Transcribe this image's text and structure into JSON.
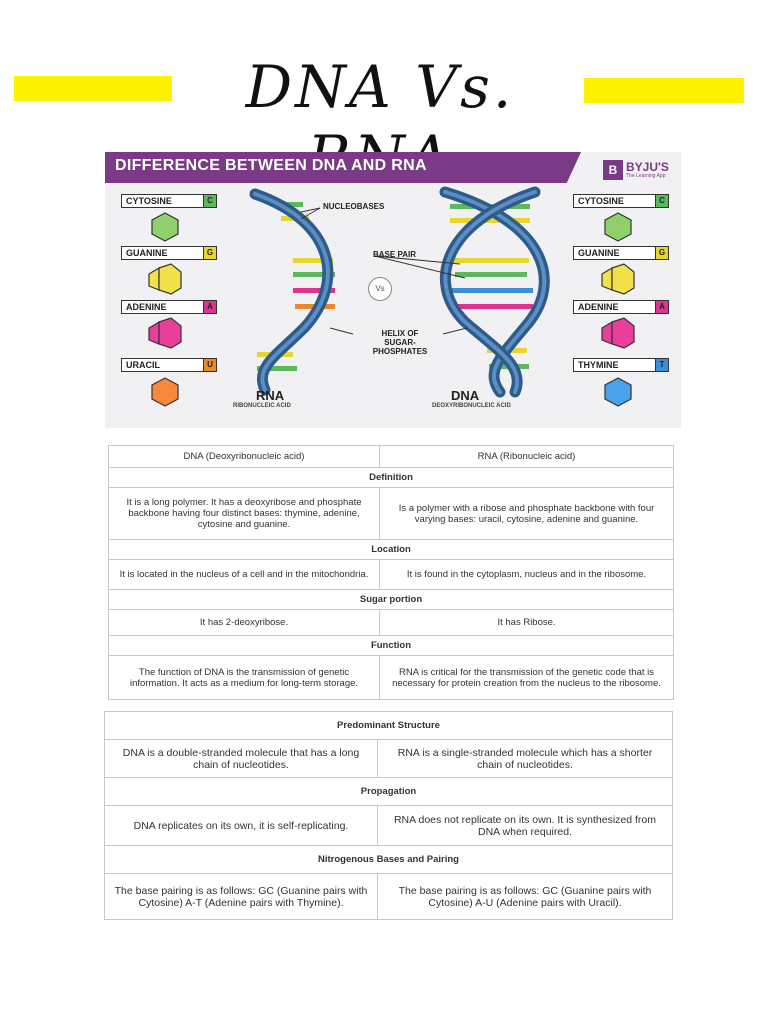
{
  "title": "DNA Vs. RNA",
  "highlight_color": "#fff200",
  "infographic": {
    "banner": "DIFFERENCE BETWEEN DNA AND RNA",
    "banner_color": "#7a3a86",
    "brand": {
      "logo": "B",
      "name": "BYJU'S",
      "tagline": "The Learning App"
    },
    "left_bases": [
      {
        "name": "CYTOSINE",
        "letter": "C",
        "color": "#5cb85c"
      },
      {
        "name": "GUANINE",
        "letter": "G",
        "color": "#e8d630"
      },
      {
        "name": "ADENINE",
        "letter": "A",
        "color": "#e0338f"
      },
      {
        "name": "URACIL",
        "letter": "U",
        "color": "#f0862a"
      }
    ],
    "right_bases": [
      {
        "name": "CYTOSINE",
        "letter": "C",
        "color": "#5cb85c"
      },
      {
        "name": "GUANINE",
        "letter": "G",
        "color": "#e8d630"
      },
      {
        "name": "ADENINE",
        "letter": "A",
        "color": "#e0338f"
      },
      {
        "name": "THYMINE",
        "letter": "T",
        "color": "#3a8fd8"
      }
    ],
    "callouts": {
      "nucleobases": "NUCLEOBASES",
      "base_pair": "BASE PAIR",
      "helix_1": "HELIX OF",
      "helix_2": "SUGAR-PHOSPHATES"
    },
    "vs": "Vs",
    "rna_name": "RNA",
    "rna_full": "RIBONUCLEIC ACID",
    "dna_name": "DNA",
    "dna_full": "DEOXYRIBONUCLEIC ACID"
  },
  "table1": {
    "header": {
      "dna": "DNA (Deoxyribonucleic acid)",
      "rna": "RNA (Ribonucleic acid)"
    },
    "sections": [
      {
        "title": "Definition",
        "dna": "It is a long polymer. It has a deoxyribose and phosphate backbone having four distinct bases: thymine, adenine, cytosine and guanine.",
        "rna": "Is a polymer with a ribose and phosphate backbone with four varying bases: uracil, cytosine, adenine and guanine."
      },
      {
        "title": "Location",
        "dna": "It is located in the nucleus of a cell and in the mitochondria.",
        "rna": "It is found in the cytoplasm, nucleus and in the ribosome."
      },
      {
        "title": "Sugar portion",
        "dna": "It has 2-deoxyribose.",
        "rna": "It has Ribose."
      },
      {
        "title": "Function",
        "dna": "The function of DNA is the transmission of genetic information. It acts as a medium for long-term storage.",
        "rna": "RNA is critical for the transmission of the genetic code that is necessary for protein creation from the nucleus to the ribosome."
      }
    ]
  },
  "table2": {
    "sections": [
      {
        "title": "Predominant Structure",
        "dna": "DNA is a double-stranded molecule that has a long chain of nucleotides.",
        "rna": "RNA is a single-stranded molecule which has a shorter chain of nucleotides."
      },
      {
        "title": "Propagation",
        "dna": "DNA replicates on its own, it is self-replicating.",
        "rna": "RNA does not replicate on its own. It is synthesized from DNA when required."
      },
      {
        "title": "Nitrogenous Bases and Pairing",
        "dna": "The base pairing is as follows: GC (Guanine pairs with Cytosine) A-T (Adenine pairs with Thymine).",
        "rna": "The base pairing is as follows: GC (Guanine pairs with Cytosine) A-U (Adenine pairs with Uracil)."
      }
    ]
  }
}
